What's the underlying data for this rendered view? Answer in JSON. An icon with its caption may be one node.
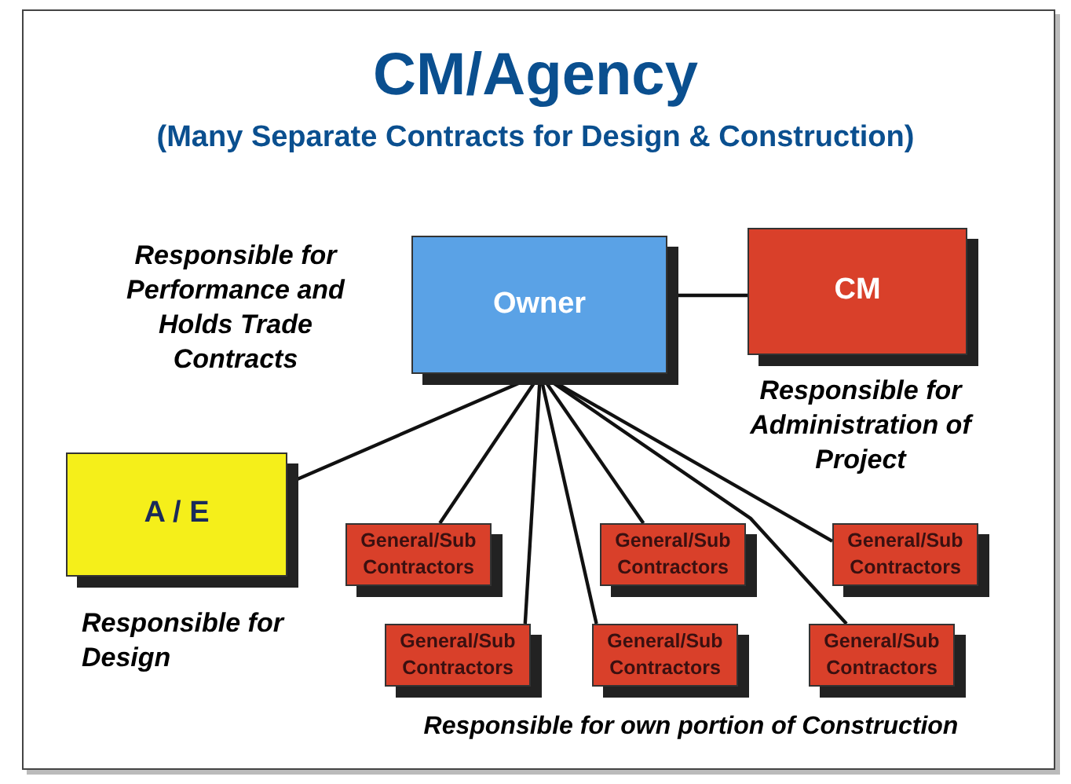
{
  "diagram": {
    "title": "CM/Agency",
    "nodes": [
      {
        "text": [
          "Owner"
        ],
        "beside": [
          "Responsible for Performance and Holds Trade Contracts"
        ]
      },
      {
        "text": [
          "CM"
        ],
        "beside": [
          "Responsible for Administration of Project"
        ]
      },
      {
        "text": [
          "A / E"
        ],
        "beside": [
          "Responsible for Design"
        ]
      },
      {
        "text": [
          "General/Sub Contractors"
        ]
      },
      {
        "text": [
          "General/Sub Contractors"
        ]
      },
      {
        "text": [
          "General/Sub Contractors"
        ]
      },
      {
        "text": [
          "General/Sub Contractors"
        ]
      },
      {
        "text": [
          "General/Sub Contractors"
        ]
      },
      {
        "text": [
          "General/Sub Contractors"
        ]
      }
    ],
    "edges": [
      {
        "from": 0,
        "to": 1,
        "arrow": "none"
      },
      {
        "from": 0,
        "to": 2,
        "arrow": "none"
      },
      {
        "from": 0,
        "to": 3,
        "arrow": "none"
      },
      {
        "from": 0,
        "to": 4,
        "arrow": "none"
      },
      {
        "from": 0,
        "to": 5,
        "arrow": "none"
      },
      {
        "from": 0,
        "to": 6,
        "arrow": "none"
      },
      {
        "from": 0,
        "to": 7,
        "arrow": "none"
      },
      {
        "from": 0,
        "to": 8,
        "arrow": "none"
      }
    ],
    "labels": [
      "(Many Separate Contracts for Design & Construction)",
      "Responsible for own portion of Construction"
    ]
  }
}
